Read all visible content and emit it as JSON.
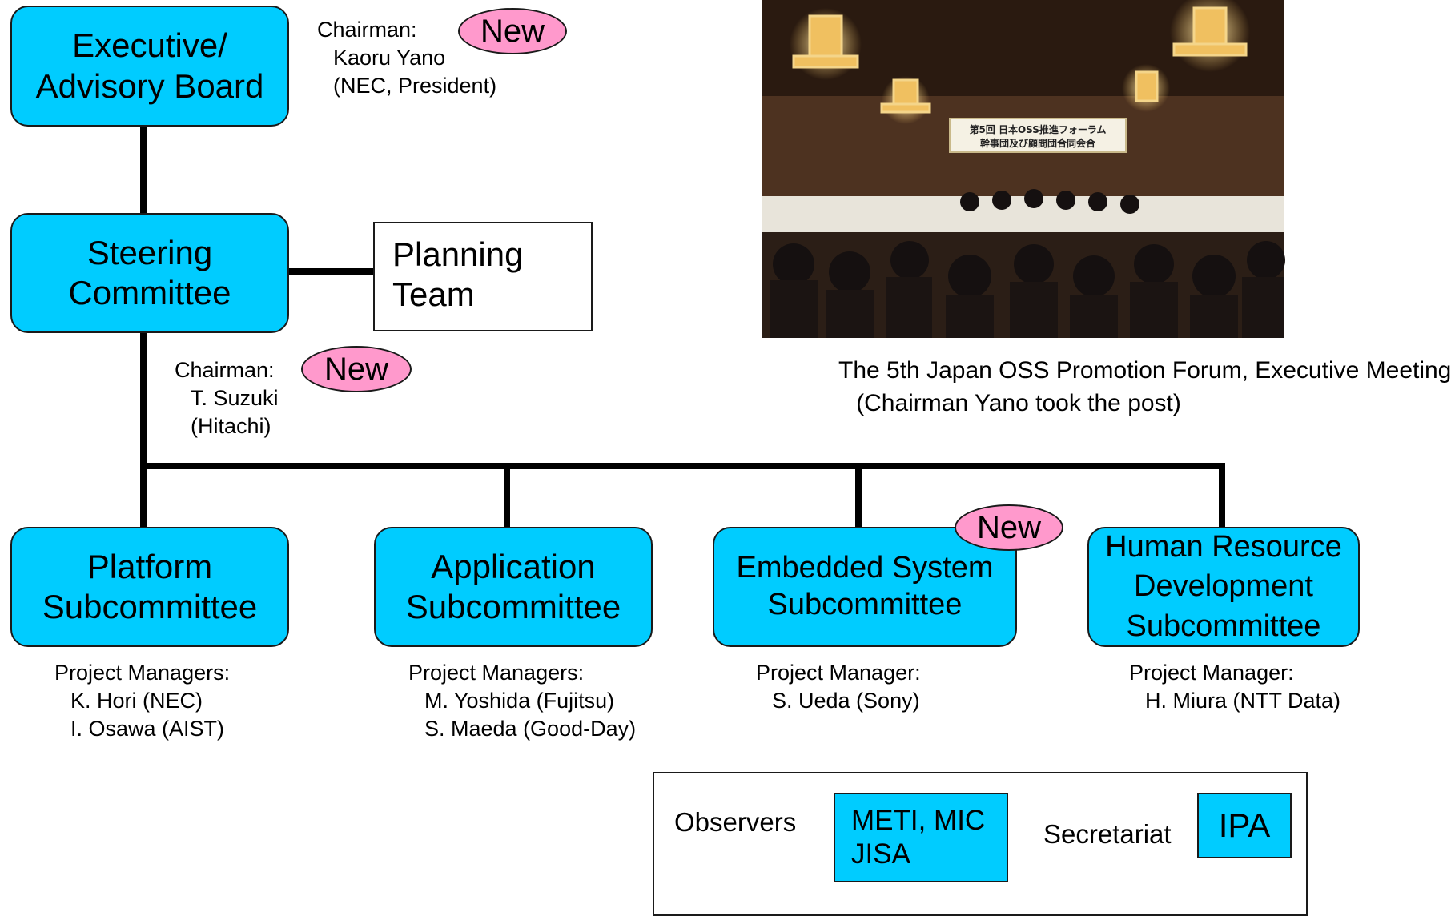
{
  "org_chart": {
    "executive_board": {
      "lines": [
        "Executive/",
        "Advisory Board"
      ]
    },
    "executive_chair": {
      "label": "Chairman:",
      "name": "Kaoru Yano",
      "affiliation": "(NEC, President)",
      "badge": "New"
    },
    "steering_committee": {
      "lines": [
        "Steering",
        "Committee"
      ]
    },
    "planning_team": {
      "lines": [
        "Planning",
        "Team"
      ]
    },
    "steering_chair": {
      "label": "Chairman:",
      "name": "T. Suzuki",
      "affiliation": "(Hitachi)",
      "badge": "New"
    },
    "subcommittees": [
      {
        "lines": [
          "Platform",
          "Subcommittee"
        ],
        "pm_label": "Project Managers:",
        "pms": [
          "K. Hori (NEC)",
          "I. Osawa (AIST)"
        ]
      },
      {
        "lines": [
          "Application",
          "Subcommittee"
        ],
        "pm_label": "Project Managers:",
        "pms": [
          "M. Yoshida (Fujitsu)",
          "S. Maeda (Good-Day)"
        ]
      },
      {
        "lines": [
          "Embedded System",
          "Subcommittee"
        ],
        "badge": "New",
        "pm_label": "Project Manager:",
        "pms": [
          "S. Ueda (Sony)"
        ]
      },
      {
        "lines": [
          "Human Resource",
          "Development",
          "Subcommittee"
        ],
        "pm_label": "Project Manager:",
        "pms": [
          "H. Miura (NTT Data)"
        ]
      }
    ],
    "footer": {
      "observers_label": "Observers",
      "observers": [
        "METI, MIC",
        "JISA"
      ],
      "secretariat_label": "Secretariat",
      "secretariat": "IPA"
    }
  },
  "photo": {
    "banner": [
      "第5回 日本OSS推進フォーラム",
      "幹事団及び顧問団合同会合"
    ],
    "caption": [
      "The 5th Japan OSS Promotion Forum, Executive Meeting",
      "(Chairman Yano took the post)"
    ]
  },
  "colors": {
    "box_fill": "#00ccff",
    "badge_fill": "#ff99cc",
    "line": "#000000"
  }
}
